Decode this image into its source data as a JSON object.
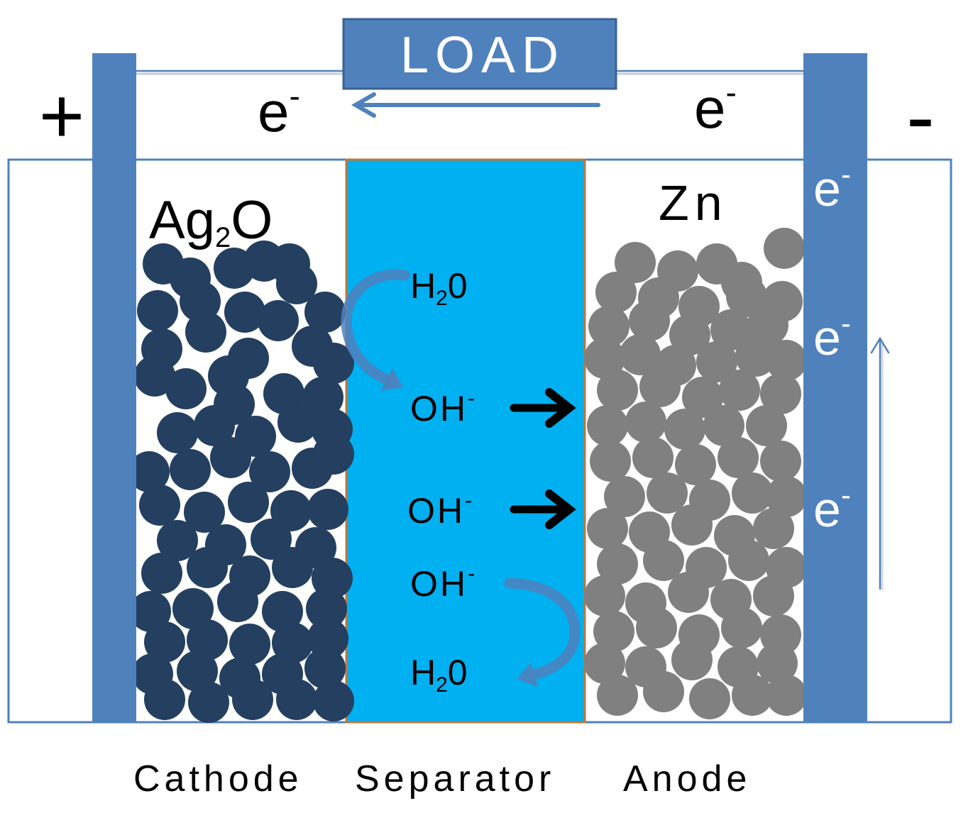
{
  "load": {
    "label": "LOAD"
  },
  "terminals": {
    "positive": "+",
    "negative": "-"
  },
  "electron": {
    "symbol": "e",
    "charge": "-"
  },
  "cathode": {
    "label": "Cathode",
    "material": {
      "base": "Ag",
      "sub": "2",
      "tail": "O"
    }
  },
  "anode": {
    "label": "Anode",
    "material": "Zn"
  },
  "separator": {
    "label": "Separator",
    "water": {
      "base": "H",
      "sub": "2",
      "tail": "0"
    },
    "hydroxide": {
      "base": "OH",
      "charge": "-"
    }
  },
  "colors": {
    "electrode": "#4f81bd",
    "separator_fill": "#00b0f0",
    "separator_border": "#c0773a",
    "cathode_particles": "#243f60",
    "anode_particles": "#808080",
    "ion_arrow": "#000000"
  }
}
